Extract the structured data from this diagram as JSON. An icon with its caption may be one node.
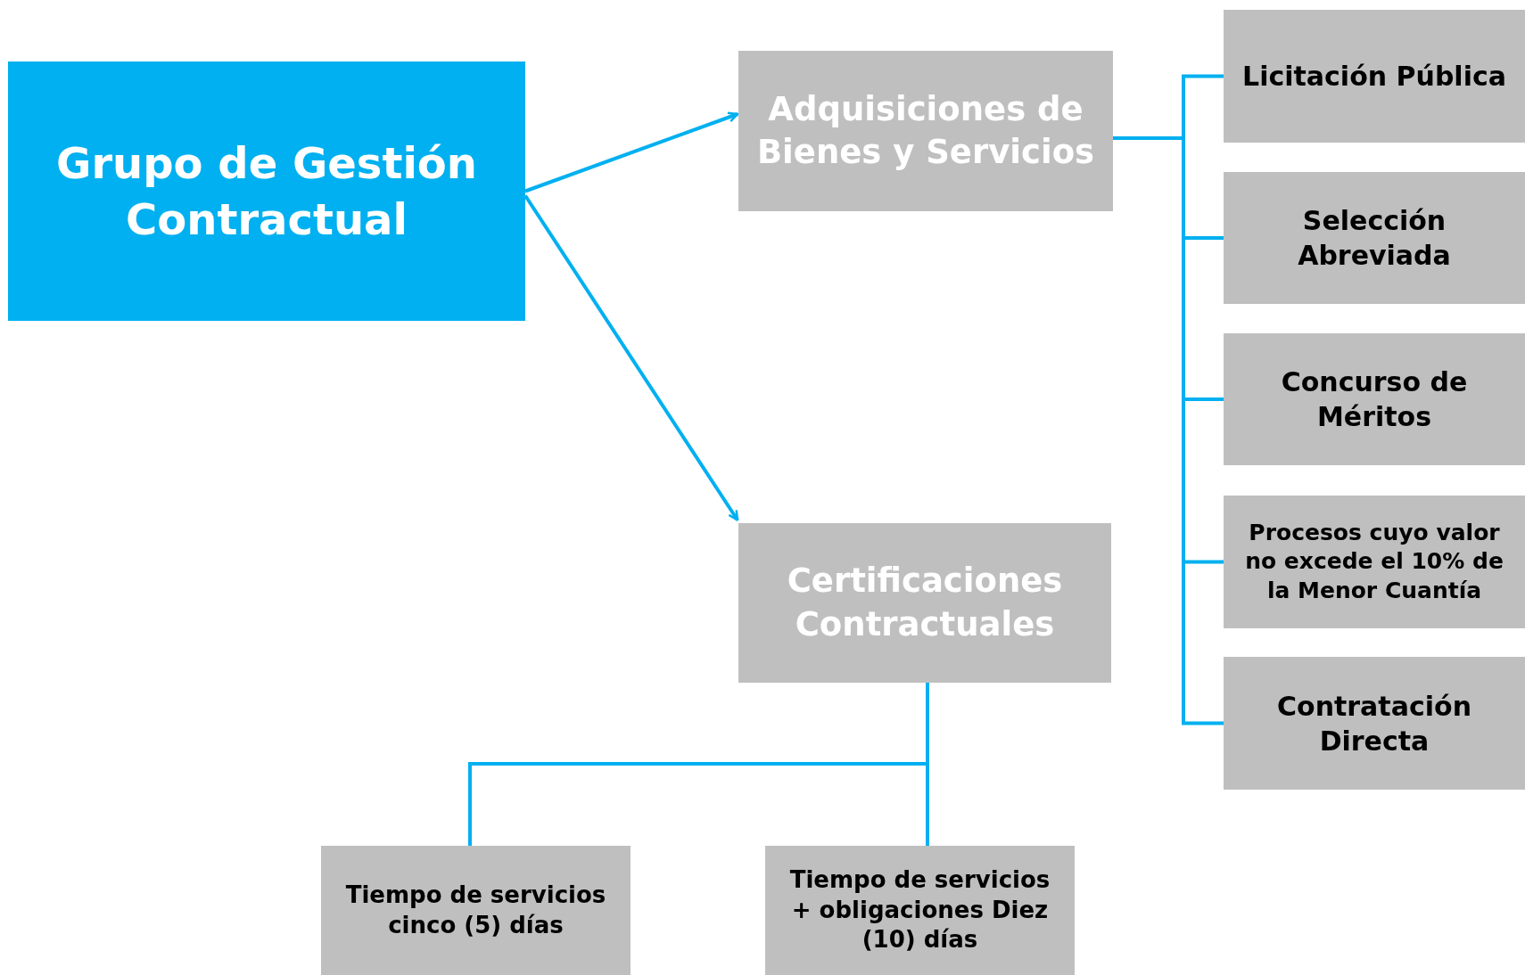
{
  "diagram": {
    "nodes": [
      {
        "text": [
          "Grupo de Gestión Contractual"
        ]
      },
      {
        "text": [
          "Adquisiciones de Bienes y Servicios"
        ]
      },
      {
        "text": [
          "Certificaciones Contractuales"
        ]
      },
      {
        "text": [
          "Licitación Pública"
        ]
      },
      {
        "text": [
          "Selección Abreviada"
        ]
      },
      {
        "text": [
          "Concurso de Méritos"
        ]
      },
      {
        "text": [
          "Procesos cuyo valor no excede el 10% de la Menor Cuantía"
        ]
      },
      {
        "text": [
          "Contratación Directa"
        ]
      },
      {
        "text": [
          "Tiempo de servicios cinco (5) días"
        ]
      },
      {
        "text": [
          "Tiempo de servicios + obligaciones Diez (10) días"
        ]
      }
    ],
    "edges": [
      {
        "from": 0,
        "to": 1,
        "arrow": "to"
      },
      {
        "from": 0,
        "to": 2,
        "arrow": "to"
      },
      {
        "from": 1,
        "to": 3,
        "arrow": "none"
      },
      {
        "from": 1,
        "to": 4,
        "arrow": "none"
      },
      {
        "from": 1,
        "to": 5,
        "arrow": "none"
      },
      {
        "from": 1,
        "to": 6,
        "arrow": "none"
      },
      {
        "from": 1,
        "to": 7,
        "arrow": "none"
      },
      {
        "from": 2,
        "to": 8,
        "arrow": "none"
      },
      {
        "from": 2,
        "to": 9,
        "arrow": "none"
      }
    ]
  }
}
